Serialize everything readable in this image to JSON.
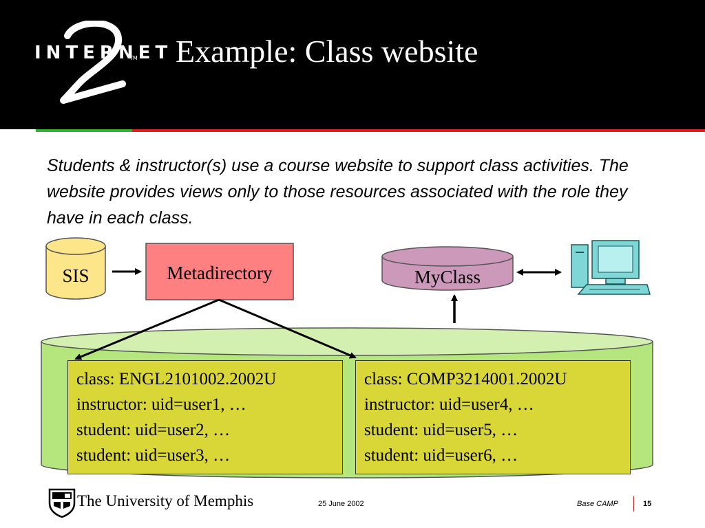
{
  "header": {
    "logo_text": "INTERNET",
    "logo_tm": "TM",
    "logo_numeral": "2",
    "title": "Example: Class website"
  },
  "intro_text": "Students & instructor(s) use a course website to support class activities. The website provides views only to those resources associated with the role they have in each class.",
  "diagram": {
    "sis_label": "SIS",
    "metadirectory_label": "Metadirectory",
    "myclass_label": "MyClass",
    "class_boxes": [
      {
        "lines": [
          "class: ENGL2101002.2002U",
          "instructor: uid=user1, …",
          "student: uid=user2, …",
          "student: uid=user3, …"
        ]
      },
      {
        "lines": [
          "class: COMP3214001.2002U",
          "instructor: uid=user4, …",
          "student: uid=user5, …",
          "student: uid=user6, …"
        ]
      }
    ]
  },
  "colors": {
    "header_bg": "#000000",
    "accent_green": "#33b233",
    "accent_red": "#e0201c",
    "sis_fill": "#fde68a",
    "metadirectory_fill": "#ff8080",
    "myclass_fill": "#cc99bb",
    "store_fill": "#b5e67e",
    "class_box_fill": "#d9d637",
    "computer_fill": "#7fd6d6"
  },
  "footer": {
    "university": "The University of Memphis",
    "date": "25 June 2002",
    "event": "Base CAMP",
    "page": "15"
  }
}
